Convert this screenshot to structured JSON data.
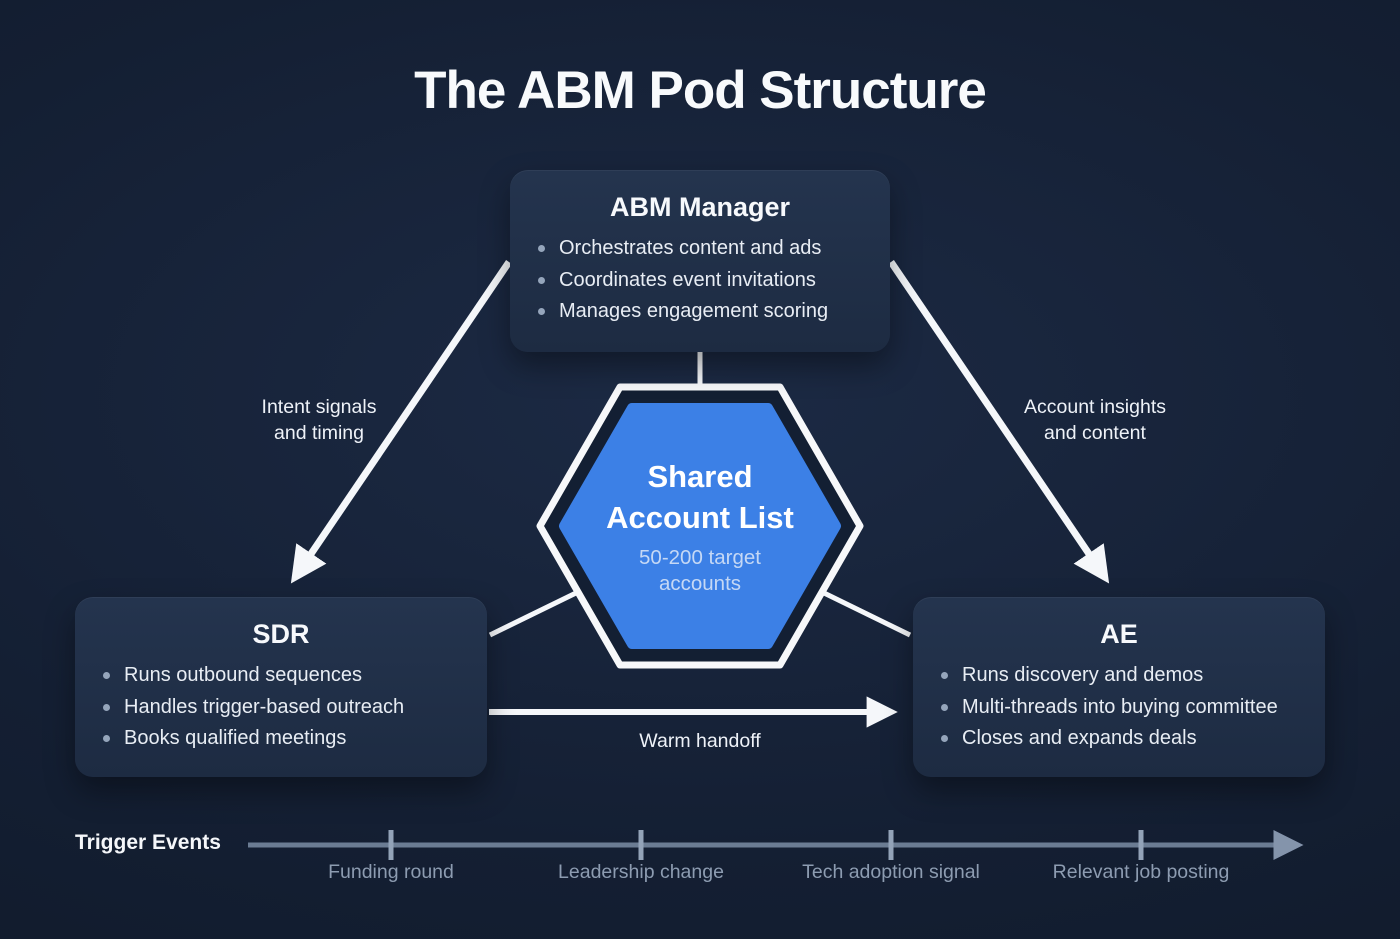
{
  "title": "The ABM Pod Structure",
  "colors": {
    "background": "#141f33",
    "card": "#1f2d44",
    "hexagon_blue": "#3c80e6",
    "arrow_white": "#f5f7fa",
    "timeline_line": "#6b7c93",
    "muted_text": "#8d9cb1"
  },
  "nodes": {
    "abm_manager": {
      "title": "ABM Manager",
      "bullets": [
        "Orchestrates content and ads",
        "Coordinates event invitations",
        "Manages engagement scoring"
      ]
    },
    "sdr": {
      "title": "SDR",
      "bullets": [
        "Runs outbound sequences",
        "Handles trigger-based outreach",
        "Books qualified meetings"
      ]
    },
    "ae": {
      "title": "AE",
      "bullets": [
        "Runs discovery and demos",
        "Multi-threads into buying committee",
        "Closes and expands deals"
      ]
    },
    "shared_account_list": {
      "title_line1": "Shared",
      "title_line2": "Account List",
      "subtitle_line1": "50-200 target",
      "subtitle_line2": "accounts"
    }
  },
  "edges": {
    "manager_to_sdr": {
      "label_line1": "Intent signals",
      "label_line2": "and timing"
    },
    "manager_to_ae": {
      "label_line1": "Account insights",
      "label_line2": "and content"
    },
    "sdr_to_ae": {
      "label": "Warm handoff"
    }
  },
  "timeline": {
    "label": "Trigger Events",
    "events": [
      "Funding round",
      "Leadership change",
      "Tech adoption signal",
      "Relevant job posting"
    ]
  }
}
